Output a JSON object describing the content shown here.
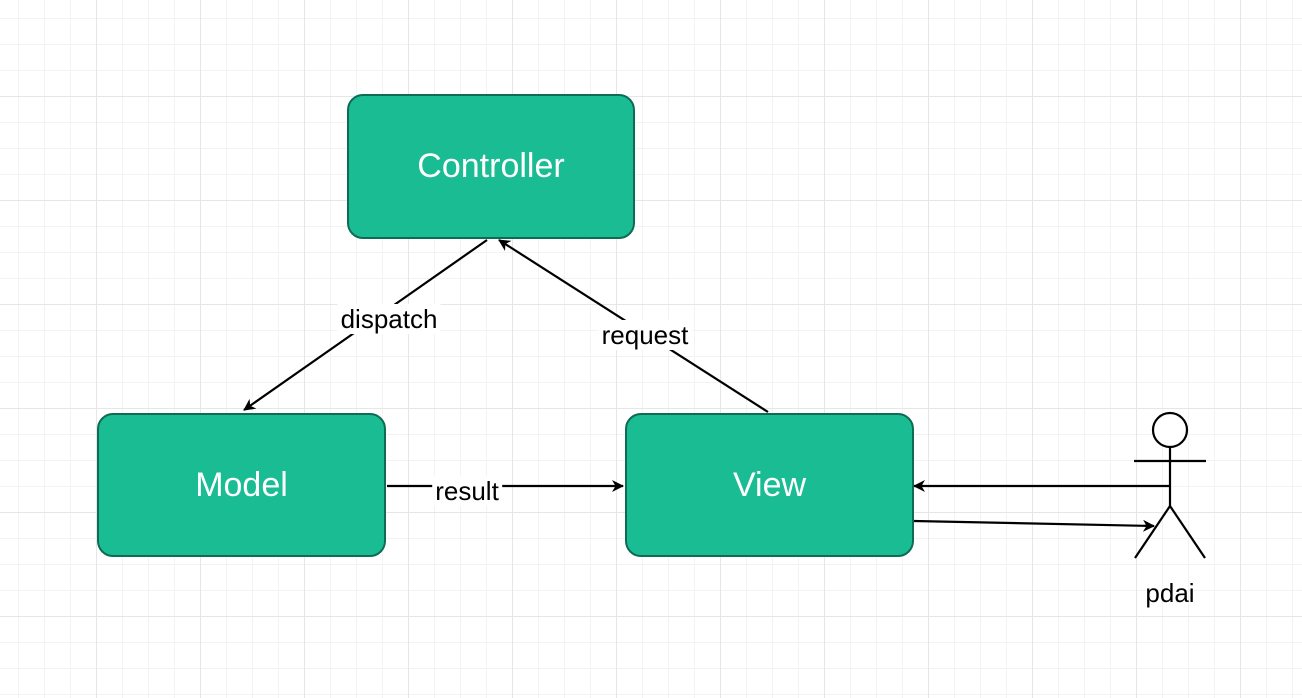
{
  "colors": {
    "node_fill": "#1abc94",
    "node_border": "#0f6b53",
    "edge": "#000000",
    "grid": "#e6e6e6"
  },
  "nodes": {
    "controller": {
      "label": "Controller"
    },
    "model": {
      "label": "Model"
    },
    "view": {
      "label": "View"
    }
  },
  "edges": {
    "dispatch": {
      "label": "dispatch"
    },
    "request": {
      "label": "request"
    },
    "result": {
      "label": "result"
    }
  },
  "actor": {
    "label": "pdai",
    "icon": "stick-figure-icon"
  }
}
